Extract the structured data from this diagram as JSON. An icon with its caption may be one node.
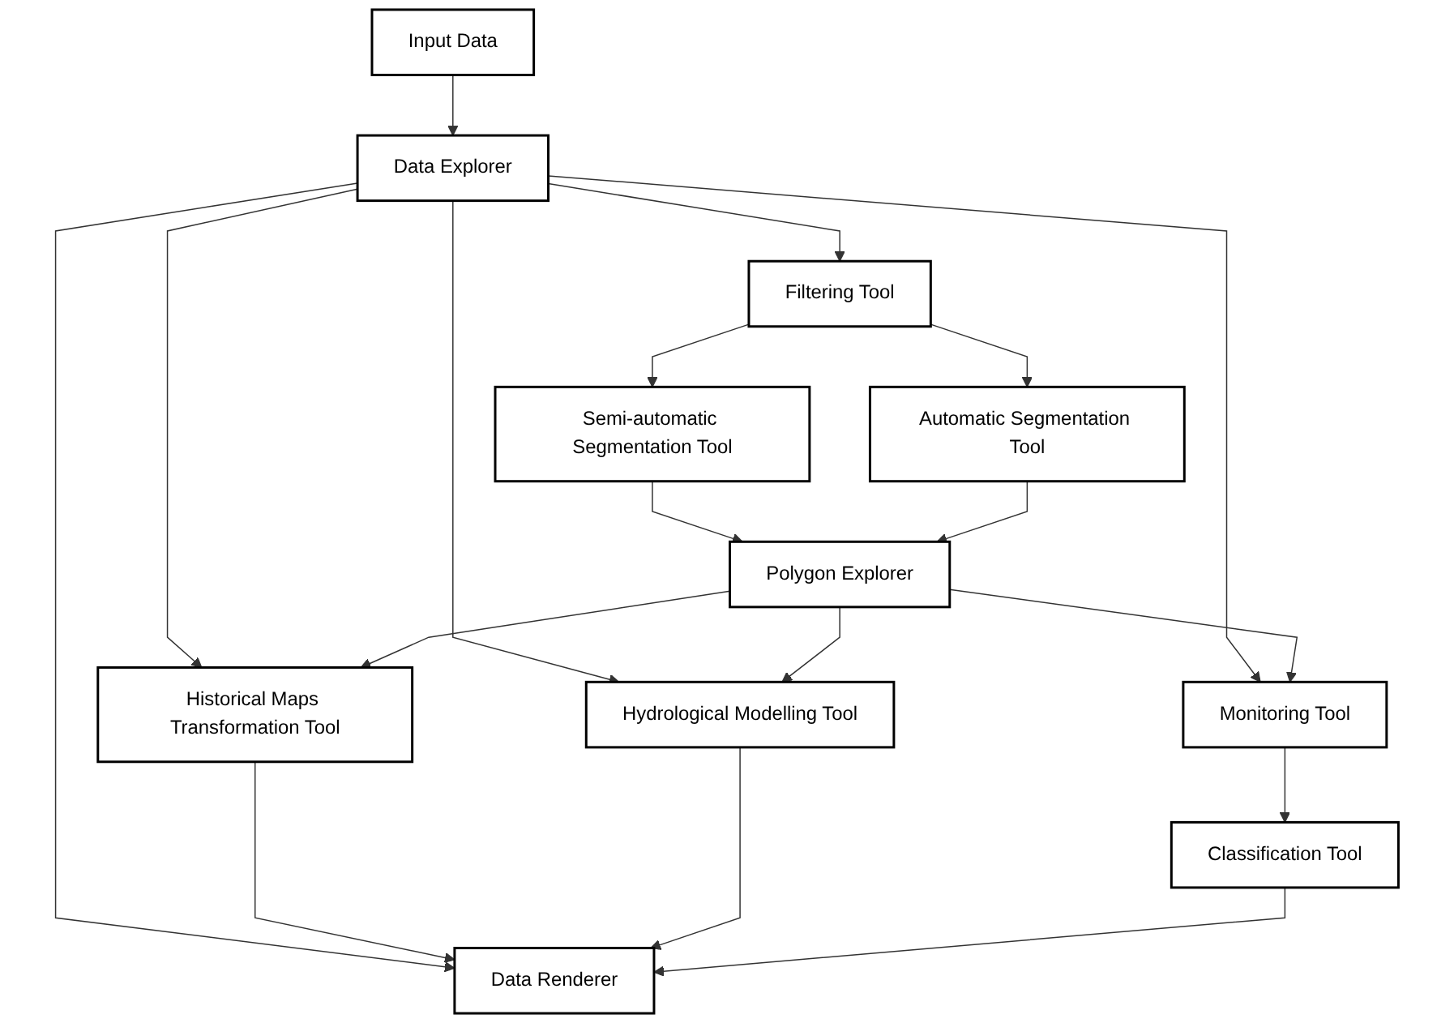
{
  "diagram": {
    "nodes": [
      {
        "text": [
          "Input Data"
        ]
      },
      {
        "text": [
          "Data Explorer"
        ]
      },
      {
        "text": [
          "Filtering Tool"
        ]
      },
      {
        "text": [
          "Semi-automatic Segmentation Tool"
        ]
      },
      {
        "text": [
          "Automatic Segmentation Tool"
        ]
      },
      {
        "text": [
          "Polygon Explorer"
        ]
      },
      {
        "text": [
          "Historical Maps Transformation Tool"
        ]
      },
      {
        "text": [
          "Hydrological Modelling Tool"
        ]
      },
      {
        "text": [
          "Monitoring Tool"
        ]
      },
      {
        "text": [
          "Data Renderer"
        ]
      },
      {
        "text": [
          "Classification Tool"
        ]
      }
    ],
    "edges": [
      {
        "from": 0,
        "to": 1,
        "arrow": "to"
      },
      {
        "from": 1,
        "to": 2,
        "arrow": "to"
      },
      {
        "from": 1,
        "to": 6,
        "arrow": "to"
      },
      {
        "from": 1,
        "to": 9,
        "arrow": "to"
      },
      {
        "from": 1,
        "to": 7,
        "arrow": "to"
      },
      {
        "from": 1,
        "to": 8,
        "arrow": "to"
      },
      {
        "from": 2,
        "to": 3,
        "arrow": "to"
      },
      {
        "from": 2,
        "to": 4,
        "arrow": "to"
      },
      {
        "from": 3,
        "to": 5,
        "arrow": "to"
      },
      {
        "from": 4,
        "to": 5,
        "arrow": "to"
      },
      {
        "from": 5,
        "to": 6,
        "arrow": "to"
      },
      {
        "from": 5,
        "to": 7,
        "arrow": "to"
      },
      {
        "from": 5,
        "to": 8,
        "arrow": "to"
      },
      {
        "from": 6,
        "to": 9,
        "arrow": "to"
      },
      {
        "from": 7,
        "to": 9,
        "arrow": "to"
      },
      {
        "from": 10,
        "to": 9,
        "arrow": "to"
      },
      {
        "from": 8,
        "to": 10,
        "arrow": "to"
      }
    ]
  }
}
